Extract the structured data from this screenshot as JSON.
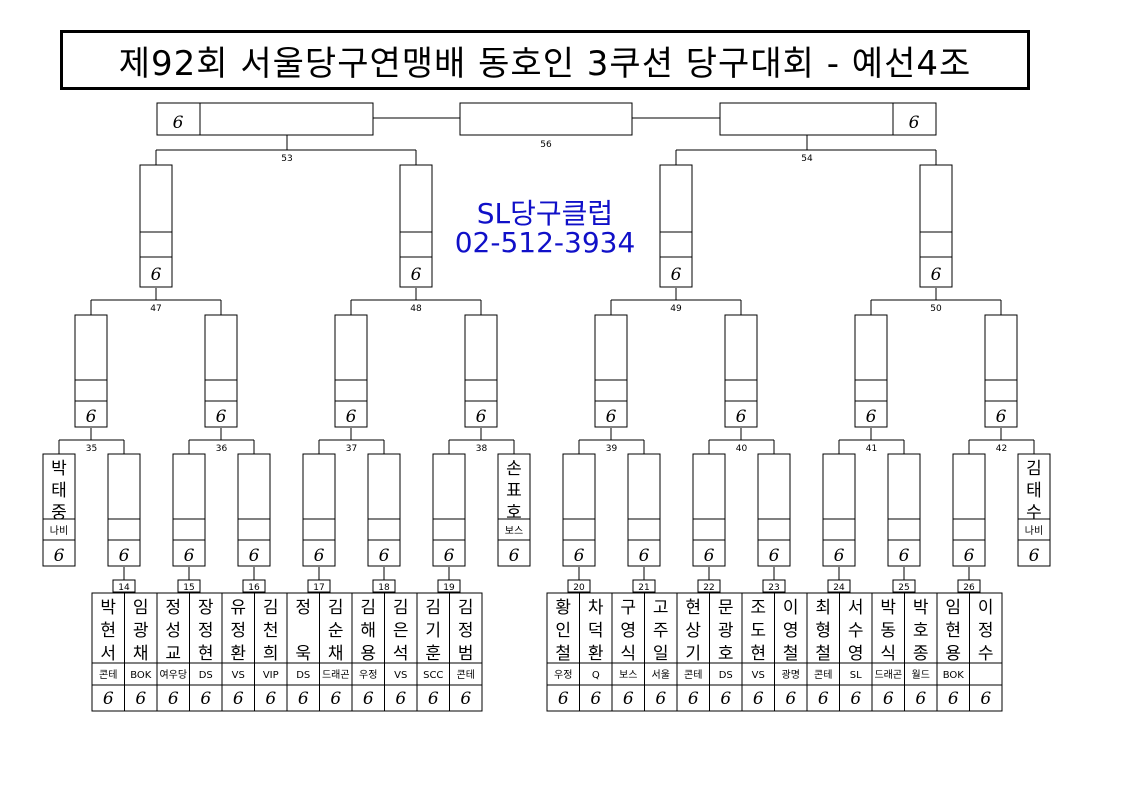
{
  "title": "제92회 서울당구연맹배 동호인 3쿠션 당구대회 - 예선4조",
  "club": {
    "name": "SL당구클럽",
    "phone": "02-512-3934"
  },
  "score_mark": "6",
  "bracket": {
    "final_match": "56",
    "semi_matches": [
      "53",
      "54"
    ],
    "quarter_matches": [
      "47",
      "48",
      "49",
      "50"
    ],
    "round3_matches": [
      "35",
      "36",
      "37",
      "38",
      "39",
      "40",
      "41",
      "42"
    ],
    "round1_matches": [
      "14",
      "15",
      "16",
      "17",
      "18",
      "19",
      "20",
      "21",
      "22",
      "23",
      "24",
      "25",
      "26"
    ],
    "seeds": [
      {
        "name": "박태중",
        "club": "나비"
      },
      {
        "name": "손표호",
        "club": "보스"
      },
      {
        "name": "김태수",
        "club": "나비"
      }
    ],
    "players": [
      {
        "name": "박현서",
        "club": "콘테"
      },
      {
        "name": "임광채",
        "club": "BOK"
      },
      {
        "name": "정성교",
        "club": "여우당"
      },
      {
        "name": "장정현",
        "club": "DS"
      },
      {
        "name": "유정환",
        "club": "VS"
      },
      {
        "name": "김천희",
        "club": "VIP"
      },
      {
        "name": "정 욱",
        "club": "DS"
      },
      {
        "name": "김순채",
        "club": "드래곤"
      },
      {
        "name": "김해용",
        "club": "우정"
      },
      {
        "name": "김은석",
        "club": "VS"
      },
      {
        "name": "김기훈",
        "club": "SCC"
      },
      {
        "name": "김정범",
        "club": "콘테"
      },
      {
        "name": "황인철",
        "club": "우정"
      },
      {
        "name": "차덕환",
        "club": "Q"
      },
      {
        "name": "구영식",
        "club": "보스"
      },
      {
        "name": "고주일",
        "club": "서울"
      },
      {
        "name": "현상기",
        "club": "콘테"
      },
      {
        "name": "문광호",
        "club": "DS"
      },
      {
        "name": "조도현",
        "club": "VS"
      },
      {
        "name": "이영철",
        "club": "광명"
      },
      {
        "name": "최형철",
        "club": "콘테"
      },
      {
        "name": "서수영",
        "club": "SL"
      },
      {
        "name": "박동식",
        "club": "드래곤"
      },
      {
        "name": "박호종",
        "club": "월드"
      },
      {
        "name": "임현용",
        "club": "BOK"
      },
      {
        "name": "이정수",
        "club": ""
      }
    ]
  }
}
